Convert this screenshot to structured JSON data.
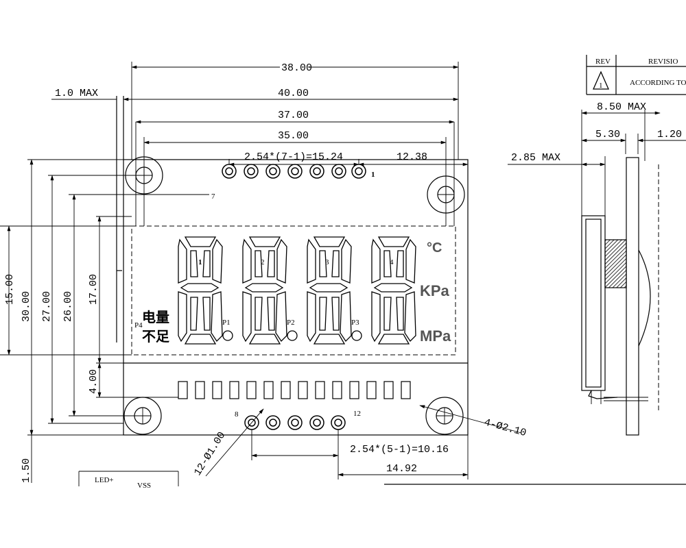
{
  "top_dims": {
    "d38": "38.00",
    "d1max": "1.0 MAX",
    "d40": "40.00",
    "d37": "37.00",
    "d35": "35.00",
    "pitch_top": "2.54*(7-1)=15.24",
    "d1238": "12.38"
  },
  "left_dims": {
    "d15": "15.00",
    "d30": "30.00",
    "d27": "27.00",
    "d26": "26.00",
    "d17": "17.00",
    "d4": "4.00",
    "d150": "1.50"
  },
  "bottom_dims": {
    "pitch_bottom": "2.54*(5-1)=10.16",
    "d1492": "14.92",
    "pin_hole": "12-Ø1.00",
    "mount_hole": "4-Ø2.10"
  },
  "pins": {
    "pin7": "7",
    "pin1": "1",
    "pin8": "8",
    "pin12": "12"
  },
  "lcd": {
    "digit_labels": [
      "1",
      "2",
      "3",
      "4"
    ],
    "points": [
      "P1",
      "P2",
      "P3"
    ],
    "p4": "P4",
    "battery_line1": "电量",
    "battery_line2": "不足",
    "unit_c": "°C",
    "unit_kpa": "KPa",
    "unit_mpa": "MPa"
  },
  "side_dims": {
    "d850": "8.50 MAX",
    "d530": "5.30",
    "d120": "1.20",
    "d285": "2.85 MAX"
  },
  "notes": {
    "rev_header": "REV",
    "rev_text": "REVISIO",
    "rev_note": "ACCORDING TO CUS"
  },
  "connector": {
    "led": "LED+",
    "vss": "VSS"
  }
}
